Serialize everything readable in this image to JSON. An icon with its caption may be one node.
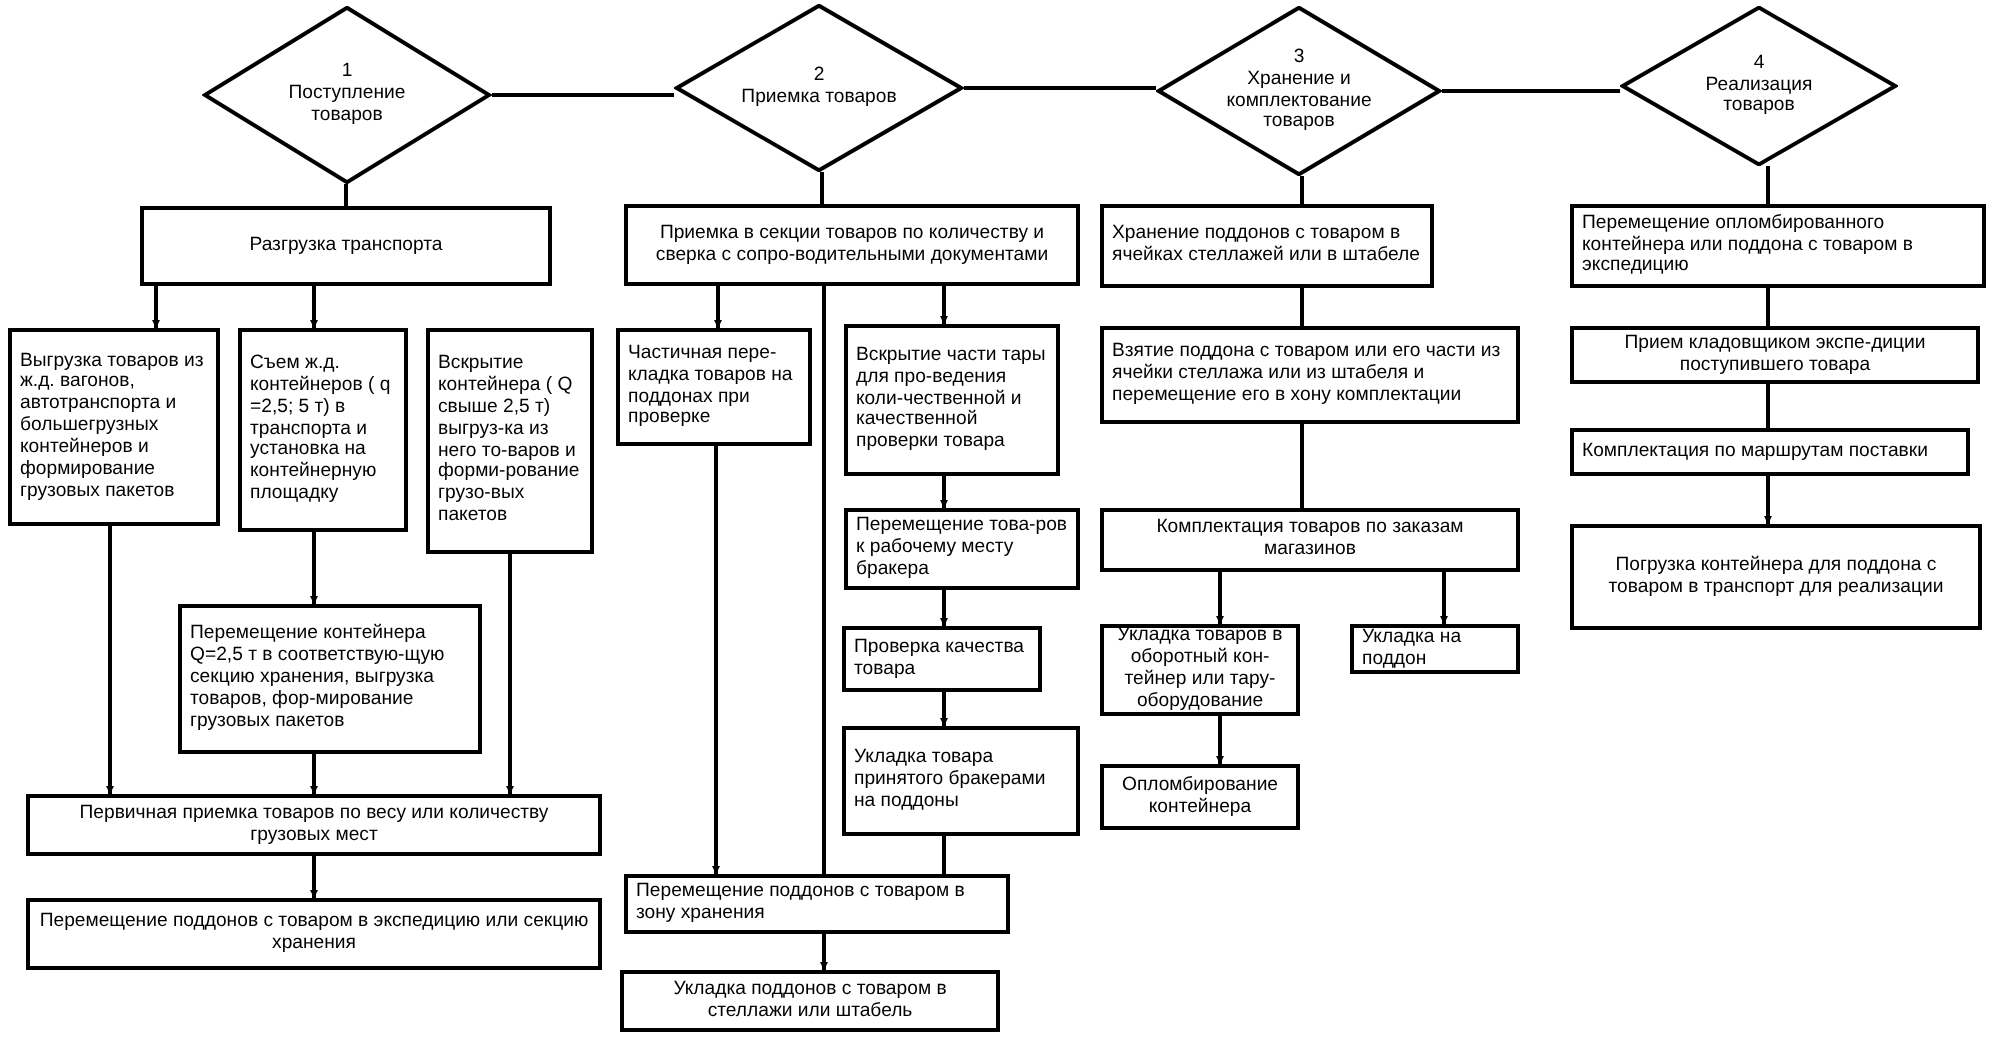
{
  "diagram": {
    "nodes": [
      {
        "text": [
          "1",
          "Поступление товаров"
        ]
      },
      {
        "text": [
          "2",
          "Приемка товаров"
        ]
      },
      {
        "text": [
          "3",
          "Хранение и комплектование товаров"
        ]
      },
      {
        "text": [
          "4",
          "Реализация товаров"
        ]
      },
      {
        "text": [
          "Разгрузка транспорта"
        ]
      },
      {
        "text": [
          "Выгрузка товаров из ж.д. вагонов, автотранспорта и большегрузных контейнеров и формирование грузовых пакетов"
        ]
      },
      {
        "text": [
          "Съем ж.д. контейнеров ( q =2,5; 5 т) в транспорта и установка на контейнерную площадку"
        ]
      },
      {
        "text": [
          "Вскрытие контейнера ( Q свыше 2,5 т) выгруз-ка из него то-варов и форми-рование грузо-вых пакетов"
        ]
      },
      {
        "text": [
          "Перемещение контейнера Q=2,5 т в соответствую-щую секцию хранения, выгрузка товаров, фор-мирование грузовых пакетов"
        ]
      },
      {
        "text": [
          "Первичная приемка товаров по весу или количеству грузовых мест"
        ]
      },
      {
        "text": [
          "Перемещение поддонов с товаром в экспедицию или секцию хранения"
        ]
      },
      {
        "text": [
          "Приемка в секции товаров по количеству и сверка с сопро-водительными документами"
        ]
      },
      {
        "text": [
          "Частичная пере-кладка товаров на поддонах при проверке"
        ]
      },
      {
        "text": [
          "Вскрытие части тары для про-ведения коли-чественной и качественной проверки товара"
        ]
      },
      {
        "text": [
          "Перемещение това-ров к рабочему месту бракера"
        ]
      },
      {
        "text": [
          "Проверка качества товара"
        ]
      },
      {
        "text": [
          "Укладка товара принятого бракерами на поддоны"
        ]
      },
      {
        "text": [
          "Перемещение поддонов с товаром в зону хранения"
        ]
      },
      {
        "text": [
          "Укладка поддонов с товаром в стеллажи или штабель"
        ]
      },
      {
        "text": [
          "Хранение поддонов с товаром в ячейках стеллажей или в штабеле"
        ]
      },
      {
        "text": [
          "Взятие поддона с товаром или его части из ячейки стеллажа или из штабеля и перемещение его в хону комплектации"
        ]
      },
      {
        "text": [
          "Комплектация товаров по заказам магазинов"
        ]
      },
      {
        "text": [
          "Укладка товаров в оборотный кон-тейнер или тару-оборудование"
        ]
      },
      {
        "text": [
          "Укладка на поддон"
        ]
      },
      {
        "text": [
          "Опломбирование контейнера"
        ]
      },
      {
        "text": [
          "Перемещение опломбированного контейнера или поддона с товаром в экспедицию"
        ]
      },
      {
        "text": [
          "Прием кладовщиком экспе-диции поступившего товара"
        ]
      },
      {
        "text": [
          "Комплектация по маршрутам поставки"
        ]
      },
      {
        "text": [
          "Погрузка контейнера для поддона с товаром в транспорт для реализации"
        ]
      }
    ],
    "edges": [
      {
        "from": 0,
        "to": 1,
        "arrow": "none"
      },
      {
        "from": 1,
        "to": 2,
        "arrow": "none"
      },
      {
        "from": 2,
        "to": 3,
        "arrow": "none"
      },
      {
        "from": 0,
        "to": 4,
        "arrow": "none"
      },
      {
        "from": 4,
        "to": 5,
        "arrow": "to"
      },
      {
        "from": 4,
        "to": 6,
        "arrow": "to"
      },
      {
        "from": 5,
        "to": 9,
        "arrow": "to"
      },
      {
        "from": 6,
        "to": 8,
        "arrow": "to"
      },
      {
        "from": 7,
        "to": 9,
        "arrow": "to"
      },
      {
        "from": 8,
        "to": 9,
        "arrow": "to"
      },
      {
        "from": 9,
        "to": 10,
        "arrow": "to"
      },
      {
        "from": 1,
        "to": 11,
        "arrow": "none"
      },
      {
        "from": 11,
        "to": 12,
        "arrow": "to"
      },
      {
        "from": 11,
        "to": 17,
        "arrow": "none"
      },
      {
        "from": 11,
        "to": 13,
        "arrow": "to"
      },
      {
        "from": 12,
        "to": 17,
        "arrow": "to"
      },
      {
        "from": 13,
        "to": 14,
        "arrow": "to"
      },
      {
        "from": 14,
        "to": 15,
        "arrow": "to"
      },
      {
        "from": 15,
        "to": 16,
        "arrow": "to"
      },
      {
        "from": 16,
        "to": 17,
        "arrow": "none"
      },
      {
        "from": 17,
        "to": 18,
        "arrow": "to"
      },
      {
        "from": 2,
        "to": 19,
        "arrow": "none"
      },
      {
        "from": 19,
        "to": 20,
        "arrow": "none"
      },
      {
        "from": 20,
        "to": 21,
        "arrow": "none"
      },
      {
        "from": 21,
        "to": 22,
        "arrow": "to"
      },
      {
        "from": 21,
        "to": 23,
        "arrow": "to"
      },
      {
        "from": 22,
        "to": 24,
        "arrow": "to"
      },
      {
        "from": 3,
        "to": 25,
        "arrow": "none"
      },
      {
        "from": 25,
        "to": 26,
        "arrow": "none"
      },
      {
        "from": 26,
        "to": 27,
        "arrow": "none"
      },
      {
        "from": 27,
        "to": 28,
        "arrow": "to"
      }
    ]
  }
}
